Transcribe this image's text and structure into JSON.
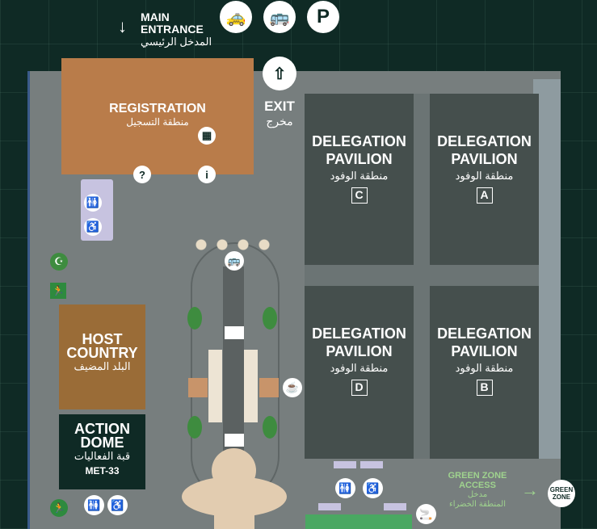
{
  "entrance": {
    "title_1": "MAIN",
    "title_2": "ENTRANCE",
    "arabic": "المدخل الرئيسي"
  },
  "transport": [
    {
      "icon": "taxi-icon",
      "glyph": "🚕"
    },
    {
      "icon": "bus-icon",
      "glyph": "🚌"
    },
    {
      "icon": "parking-icon",
      "glyph": "P"
    }
  ],
  "exit": {
    "label": "EXIT",
    "arabic": "مخرج"
  },
  "registration": {
    "label": "REGISTRATION",
    "arabic": "منطقة التسجيل"
  },
  "pavilions": [
    {
      "label_1": "DELEGATION",
      "label_2": "PAVILION",
      "arabic": "منطقة الوفود",
      "letter": "C"
    },
    {
      "label_1": "DELEGATION",
      "label_2": "PAVILION",
      "arabic": "منطقة الوفود",
      "letter": "A"
    },
    {
      "label_1": "DELEGATION",
      "label_2": "PAVILION",
      "arabic": "منطقة الوفود",
      "letter": "D"
    },
    {
      "label_1": "DELEGATION",
      "label_2": "PAVILION",
      "arabic": "منطقة الوفود",
      "letter": "B"
    }
  ],
  "host_country": {
    "label_1": "HOST",
    "label_2": "COUNTRY",
    "arabic": "البلد المضيف"
  },
  "action_dome": {
    "label_1": "ACTION",
    "label_2": "DOME",
    "arabic": "قبة الفعاليات",
    "code": "MET-33"
  },
  "green_zone": {
    "access_1": "GREEN ZONE",
    "access_2": "ACCESS",
    "arabic_1": "مدخل",
    "arabic_2": "المنطقة الخضراء",
    "badge_1": "GREEN",
    "badge_2": "ZONE"
  },
  "icons": {
    "info": "i",
    "cafe": "☕",
    "toilet": "🚻",
    "accessible": "♿",
    "smoking": "🚬",
    "shuttle": "🚌",
    "prayer": "☪",
    "emergency_exit": "🏃"
  },
  "colors": {
    "background": "#0f2a25",
    "floor": "#777e7e",
    "pavilion": "#454f4d",
    "registration": "#b97c4a",
    "host": "#9a6c37",
    "green_zone_text": "#9fd38e"
  }
}
